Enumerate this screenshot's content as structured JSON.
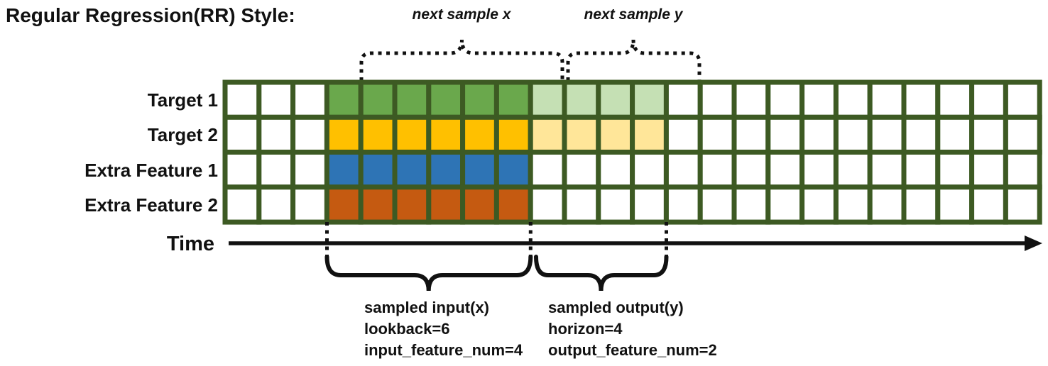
{
  "title": "Regular Regression(RR) Style:",
  "top_annotations": {
    "next_sample_x": "next sample x",
    "next_sample_y": "next sample y"
  },
  "rows": [
    {
      "label": "Target 1",
      "lookback_color": "#6aa84c",
      "horizon_color": "#c5e0b4"
    },
    {
      "label": "Target 2",
      "lookback_color": "#ffc000",
      "horizon_color": "#ffe699"
    },
    {
      "label": "Extra Feature 1",
      "lookback_color": "#2e74b5",
      "horizon_color": null
    },
    {
      "label": "Extra Feature 2",
      "lookback_color": "#c55a11",
      "horizon_color": null
    }
  ],
  "grid": {
    "total_columns": 24,
    "lead_empty_columns": 3,
    "lookback": 6,
    "horizon": 4,
    "border_color": "#3d5a23",
    "empty_fill": "#ffffff"
  },
  "time_axis": {
    "label": "Time"
  },
  "input_annotation": {
    "line1": "sampled input(x)",
    "line2": "lookback=6",
    "line3": "input_feature_num=4"
  },
  "output_annotation": {
    "line1": "sampled output(y)",
    "line2": "horizon=4",
    "line3": "output_feature_num=2"
  }
}
